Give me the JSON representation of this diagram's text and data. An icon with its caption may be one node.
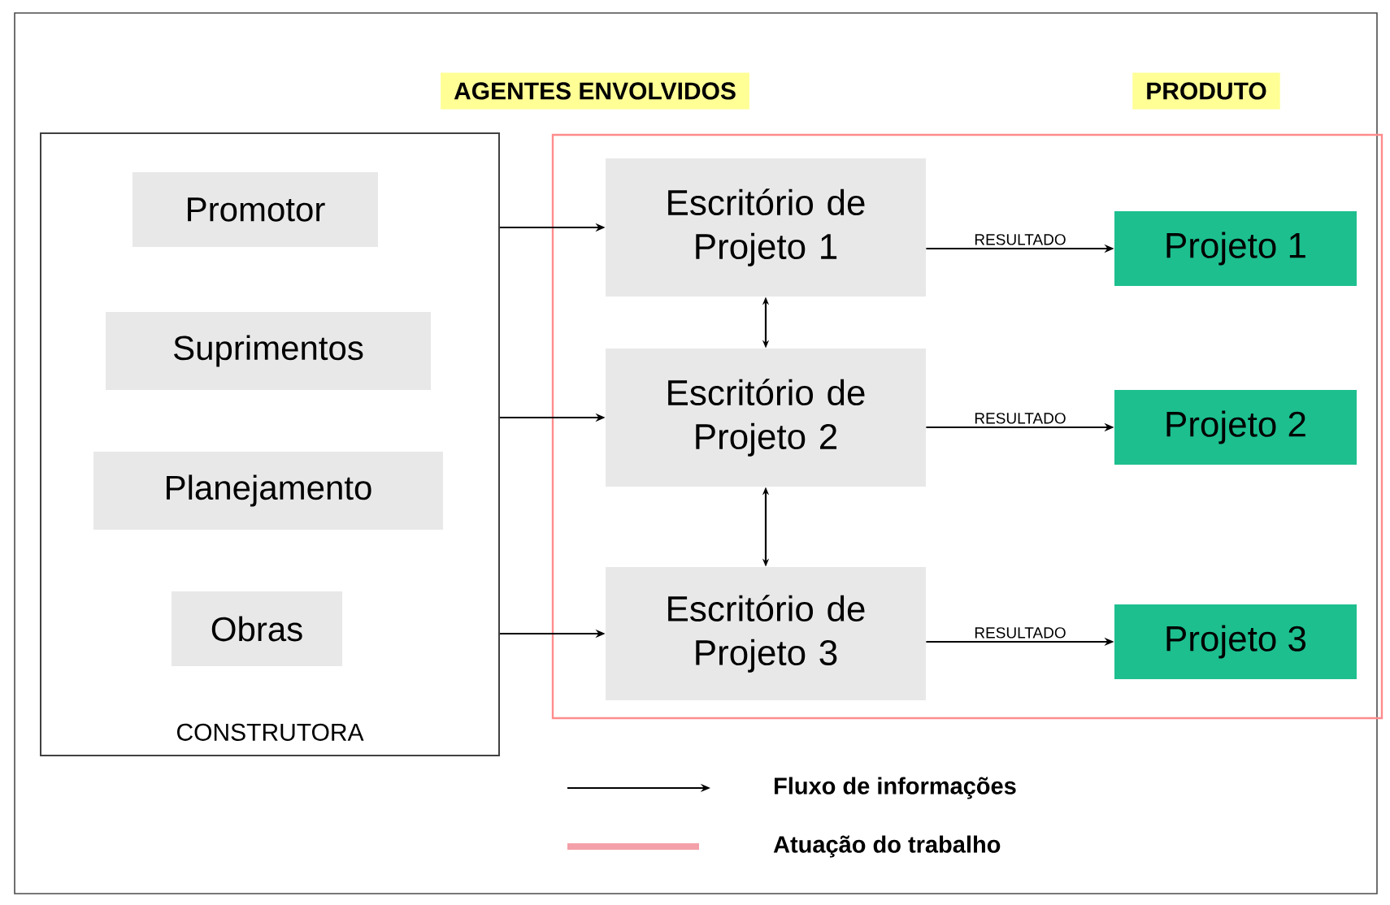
{
  "diagram": {
    "nodes": [
      {
        "text": [
          "CONSTRUTORA"
        ]
      },
      {
        "text": [
          "Promotor"
        ],
        "in": 0
      },
      {
        "text": [
          "Suprimentos"
        ],
        "in": 0
      },
      {
        "text": [
          "Planejamento"
        ],
        "in": 0
      },
      {
        "text": [
          "Obras"
        ],
        "in": 0
      },
      {
        "text": [],
        "shape": "box"
      },
      {
        "text": [
          "Escritório de Projeto 1"
        ],
        "in": 5
      },
      {
        "text": [
          "Escritório de Projeto 2"
        ],
        "in": 5
      },
      {
        "text": [
          "Escritório de Projeto 3"
        ],
        "in": 5
      },
      {
        "text": [
          "Projeto 1"
        ],
        "in": 5
      },
      {
        "text": [
          "Projeto 2"
        ],
        "in": 5
      },
      {
        "text": [
          "Projeto 3"
        ],
        "in": 5
      }
    ],
    "edges": [
      {
        "from": 0,
        "to": 6,
        "arrow": "to"
      },
      {
        "from": 0,
        "to": 7,
        "arrow": "to"
      },
      {
        "from": 0,
        "to": 8,
        "arrow": "to"
      },
      {
        "from": 6,
        "to": 7,
        "arrow": "both"
      },
      {
        "from": 7,
        "to": 8,
        "arrow": "both"
      },
      {
        "from": 6,
        "to": 9,
        "arrow": "to",
        "label": "RESULTADO"
      },
      {
        "from": 7,
        "to": 10,
        "arrow": "to",
        "label": "RESULTADO"
      },
      {
        "from": 8,
        "to": 11,
        "arrow": "to",
        "label": "RESULTADO"
      }
    ],
    "labels": [
      "AGENTES ENVOLVIDOS",
      "PRODUTO"
    ],
    "legend": [
      {
        "text": "Fluxo de informações"
      },
      {
        "text": "Atuação do trabalho",
        "color": "#f4a0a8"
      }
    ]
  }
}
